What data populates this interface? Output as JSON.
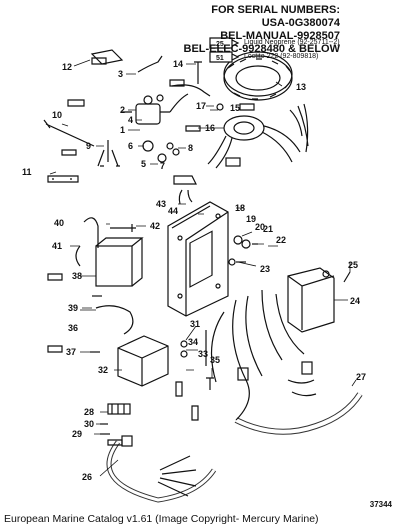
{
  "header": {
    "line1": "FOR SERIAL NUMBERS:",
    "line2": "USA-0G380074",
    "line3": "BEL-MANUAL-9928507",
    "line4": "BEL-ELEC-9928480 & BELOW"
  },
  "legend": {
    "liquid_neoprene": "Liquid Neoprene (92-25711--2)",
    "loctite": "Loctite 222 (92-809818)",
    "tube_25": "25",
    "tube_51": "51"
  },
  "callouts": [
    "1",
    "2",
    "3",
    "4",
    "5",
    "6",
    "7",
    "8",
    "9",
    "10",
    "11",
    "12",
    "13",
    "14",
    "15",
    "16",
    "17",
    "18",
    "19",
    "20",
    "21",
    "22",
    "23",
    "24",
    "25",
    "26",
    "27",
    "28",
    "29",
    "30",
    "31",
    "32",
    "33",
    "34",
    "35",
    "36",
    "37",
    "38",
    "39",
    "40",
    "41",
    "42",
    "43",
    "44"
  ],
  "figure_id": "37344",
  "caption": "European Marine Catalog v1.61 (Image Copyright- Mercury Marine)"
}
